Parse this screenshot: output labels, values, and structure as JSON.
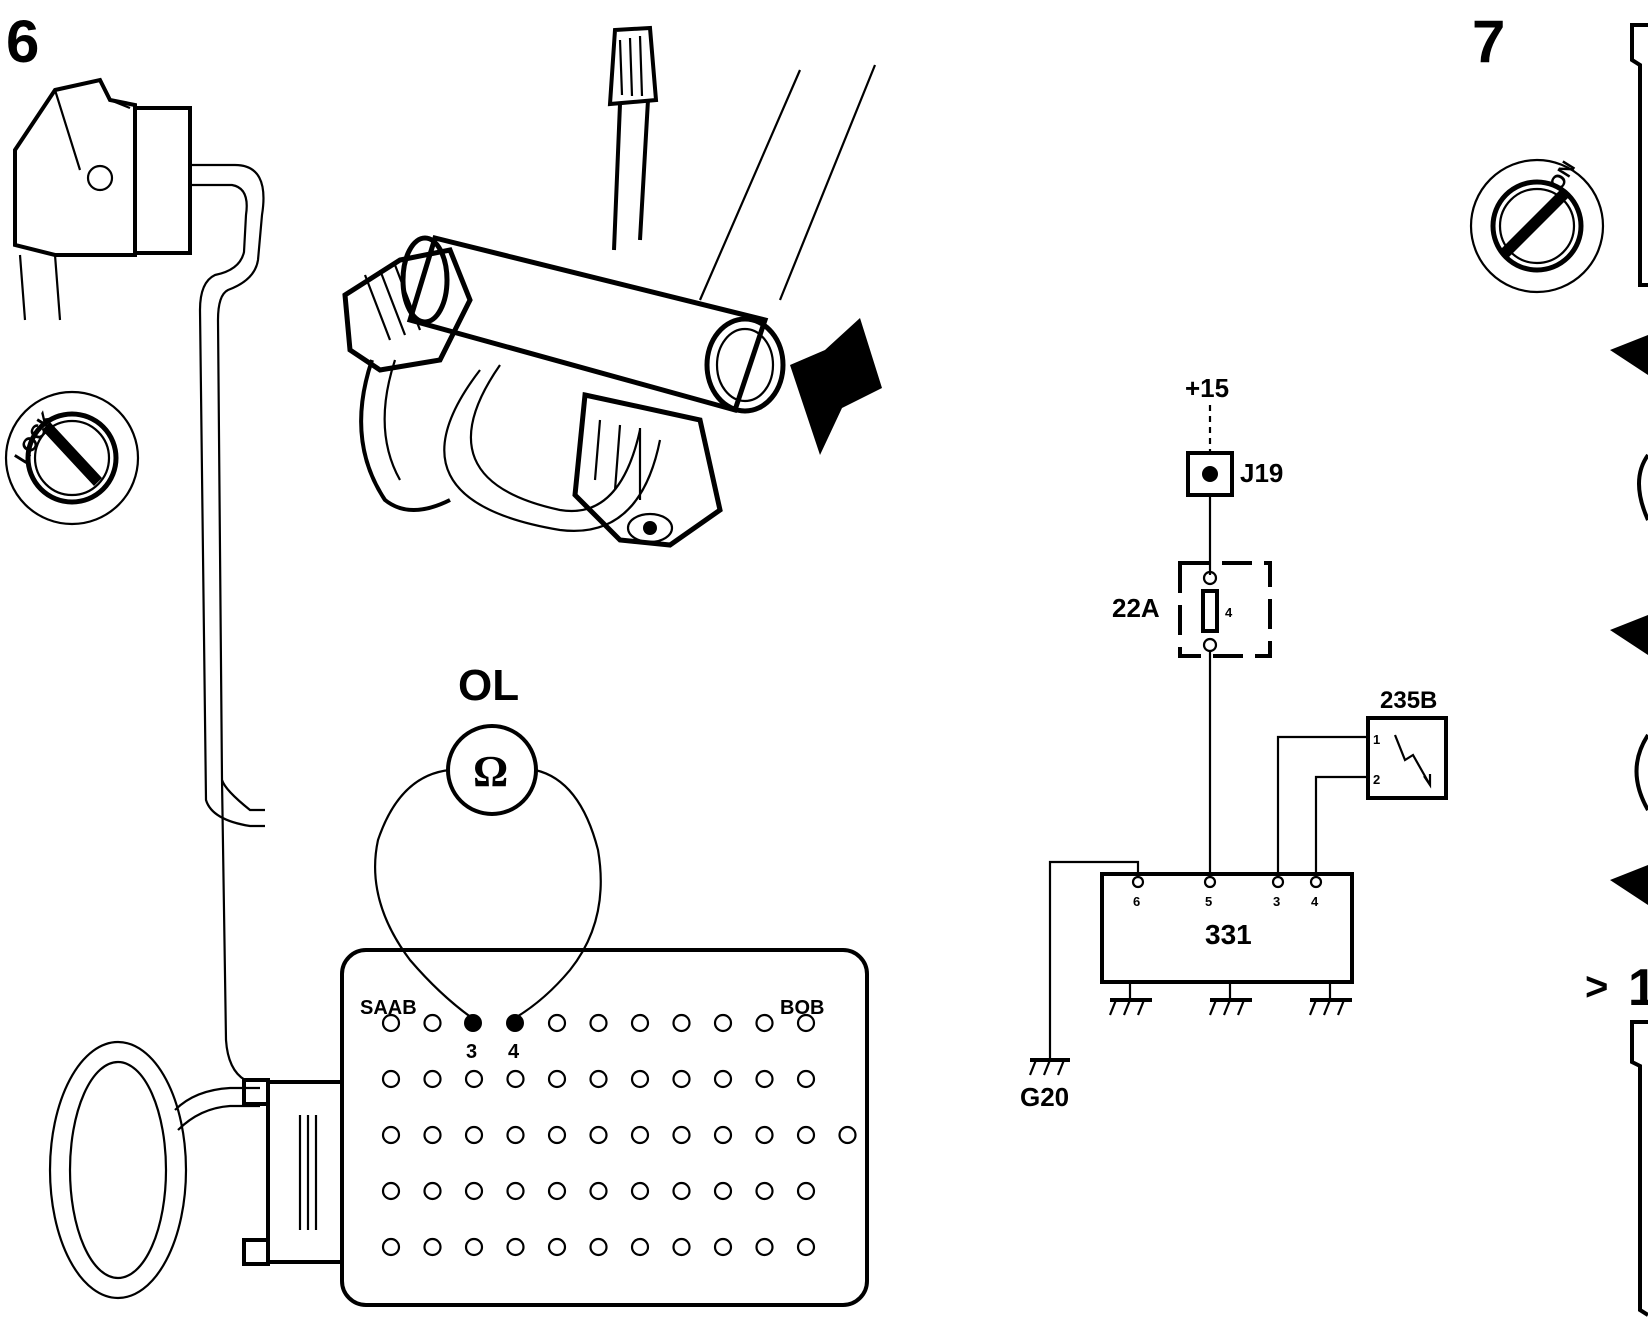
{
  "step6": {
    "number": "6"
  },
  "step7": {
    "number": "7"
  },
  "ignition": {
    "lock_label": "LOCK",
    "on_label": "ON"
  },
  "multimeter": {
    "reading": "OL",
    "unit_symbol": "Ω"
  },
  "breakout_box": {
    "left_label": "SAAB",
    "right_label": "BOB",
    "probe_pins": [
      "3",
      "4"
    ],
    "rows": [
      11,
      11,
      12,
      11,
      11
    ]
  },
  "schematic": {
    "supply": "+15",
    "junction": "J19",
    "fuse": "22A",
    "fuse_number": "4",
    "sensor": "235B",
    "sensor_pins": [
      "1",
      "2"
    ],
    "module": "331",
    "module_pins": [
      "6",
      "5",
      "3",
      "4"
    ],
    "ground": "G20"
  },
  "partial_right": {
    "marker": ">",
    "digit": "1"
  },
  "colors": {
    "ink": "#000000",
    "paper": "#ffffff"
  }
}
